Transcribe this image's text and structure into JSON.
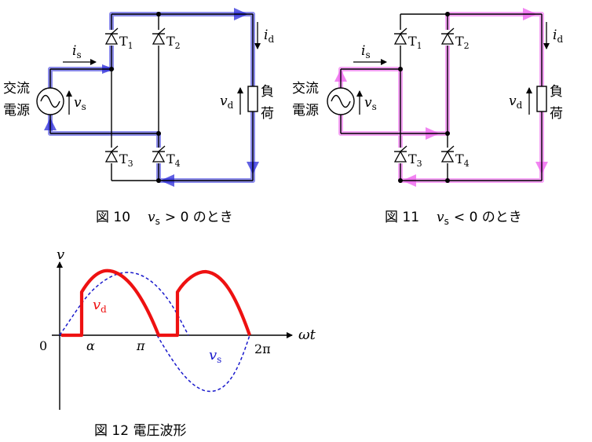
{
  "figure10": {
    "source_label_top": "交流",
    "source_label_bottom": "電源",
    "vs_label": "v",
    "vs_sub": "s",
    "is_label": "i",
    "is_sub": "s",
    "id_label": "i",
    "id_sub": "d",
    "vd_label": "v",
    "vd_sub": "d",
    "load_label_top": "負",
    "load_label_bottom": "荷",
    "t1": "T",
    "t1_sub": "1",
    "t2": "T",
    "t2_sub": "2",
    "t3": "T",
    "t3_sub": "3",
    "t4": "T",
    "t4_sub": "4",
    "caption_prefix": "図 10",
    "caption_var": "v",
    "caption_var_sub": "s",
    "caption_suffix": "> 0 のとき",
    "highlight_color": "#2b2bd8"
  },
  "figure11": {
    "source_label_top": "交流",
    "source_label_bottom": "電源",
    "vs_label": "v",
    "vs_sub": "s",
    "is_label": "i",
    "is_sub": "s",
    "id_label": "i",
    "id_sub": "d",
    "vd_label": "v",
    "vd_sub": "d",
    "load_label_top": "負",
    "load_label_bottom": "荷",
    "t1": "T",
    "t1_sub": "1",
    "t2": "T",
    "t2_sub": "2",
    "t3": "T",
    "t3_sub": "3",
    "t4": "T",
    "t4_sub": "4",
    "caption_prefix": "図 11",
    "caption_var": "v",
    "caption_var_sub": "s",
    "caption_suffix": "< 0 のとき",
    "highlight_color": "#ee66ee"
  },
  "figure12": {
    "y_axis_label": "v",
    "x_axis_label": "ωt",
    "origin_label": "0",
    "alpha_label": "α",
    "pi_label": "π",
    "two_pi_label": "2π",
    "vd_label": "v",
    "vd_sub": "d",
    "vs_label": "v",
    "vs_sub": "s",
    "caption": "図 12 電圧波形",
    "vd_color": "#ee1111",
    "vs_color": "#1a1acc"
  },
  "chart_data": {
    "type": "line",
    "xlabel": "ωt",
    "ylabel": "v",
    "x_ticks": [
      "0",
      "α",
      "π",
      "2π"
    ],
    "firing_angle_alpha_rad": 0.63,
    "series": [
      {
        "name": "v_d",
        "style": "solid",
        "description_values": "0 for 0<ωt<α; |sin ωt| for α<ωt<π; 0 for π<ωt<π+α; |sin ωt| for π+α<ωt<2π"
      },
      {
        "name": "v_s",
        "style": "dashed",
        "description_values": "sin ωt for 0<ωt<2π"
      }
    ]
  }
}
